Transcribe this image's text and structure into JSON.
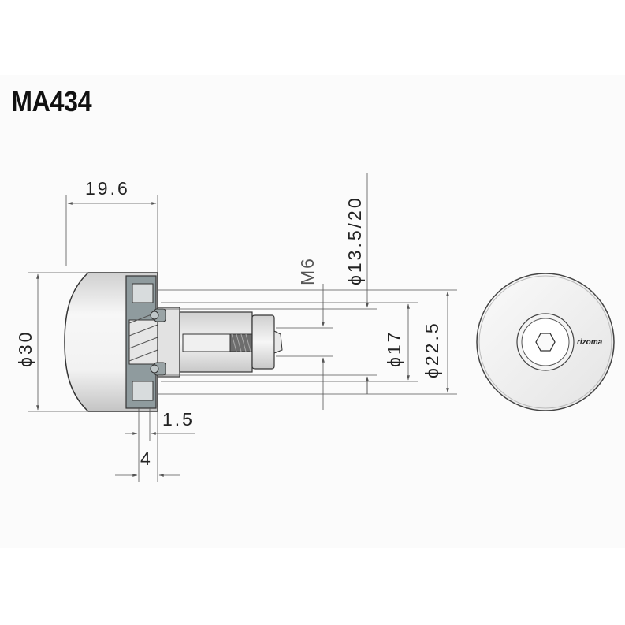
{
  "title": "MA434",
  "brand_logo": "rizoma",
  "dimensions": {
    "length": "19.6",
    "diameter_body": "ϕ30",
    "thread": "M6",
    "diameter_insert": "ϕ13.5/20",
    "diameter_inner": "ϕ17",
    "diameter_outer": "ϕ22.5",
    "flange": "1.5",
    "step": "4"
  },
  "icons": [
    "hex-socket-icon"
  ]
}
